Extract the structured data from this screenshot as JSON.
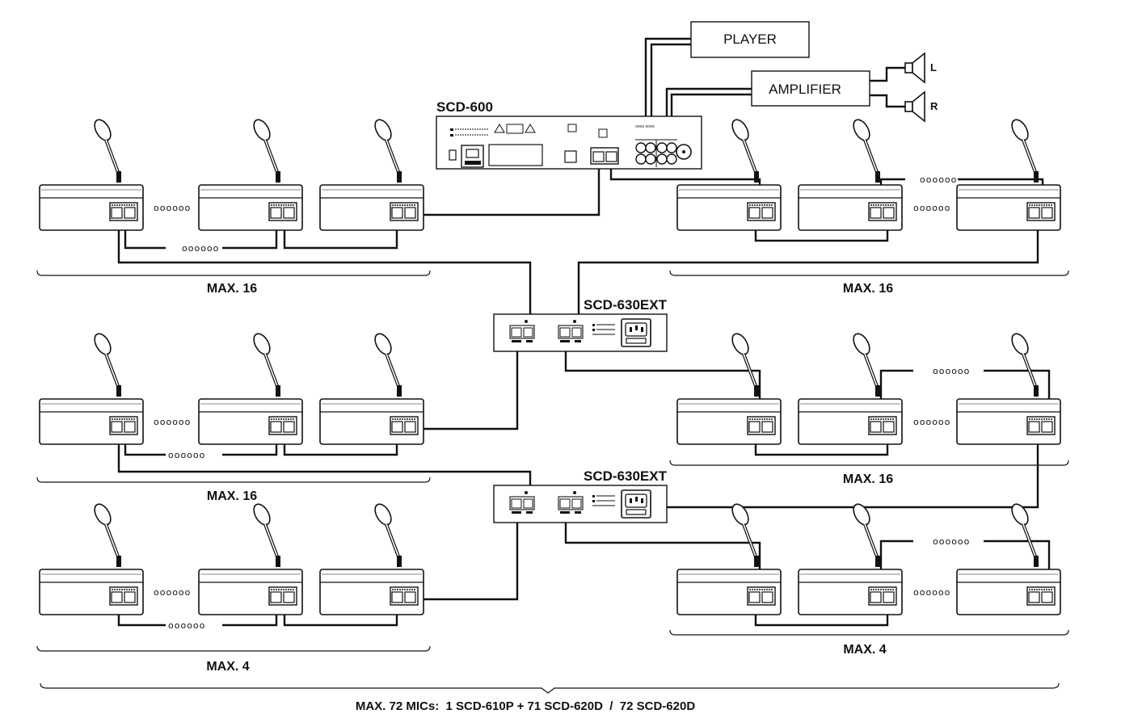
{
  "devices": {
    "main_unit": "SCD-600",
    "extension_1": "SCD-630EXT",
    "extension_2": "SCD-630EXT",
    "player": "PLAYER",
    "amplifier": "AMPLIFIER",
    "speaker_left": "L",
    "speaker_right": "R"
  },
  "chain_ellipsis": "oooooo",
  "groups": {
    "top_left": "MAX. 16",
    "top_right": "MAX. 16",
    "mid_left": "MAX. 16",
    "mid_right": "MAX. 16",
    "bottom_left": "MAX. 4",
    "bottom_right": "MAX. 4"
  },
  "footer": "MAX. 72 MICs:  1 SCD-610P + 71 SCD-620D  /  72 SCD-620D",
  "colors": {
    "line": "#111111",
    "background": "#ffffff"
  }
}
